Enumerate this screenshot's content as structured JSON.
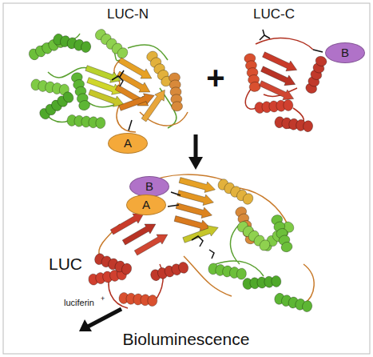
{
  "diagram": {
    "nodes": [
      {
        "text": [
          "A"
        ]
      },
      {
        "text": [
          "B"
        ]
      },
      {
        "text": [
          "B"
        ]
      },
      {
        "text": [
          "A"
        ]
      }
    ],
    "labels": [
      "LUC-N",
      "LUC-C",
      "+",
      "LUC",
      "luciferin",
      "+",
      "Bioluminescence"
    ]
  }
}
